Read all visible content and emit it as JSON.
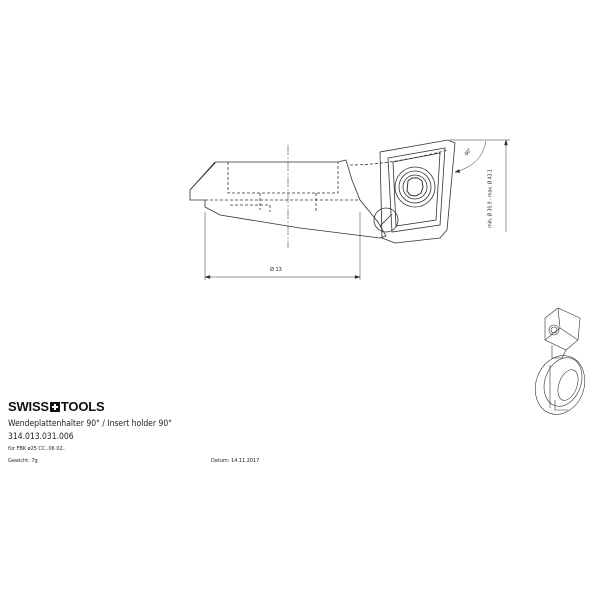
{
  "brand": {
    "logo_left": "SWISS",
    "logo_right": "TOOLS"
  },
  "title_block": {
    "title": "Wendeplattenhalter 90° / Insert holder 90°",
    "article_number": "314.013.031.006",
    "for_line": "für FBK ø25 CC..06 02..",
    "weight": "Gewicht: 7g",
    "date": "Datum: 14.11.2017"
  },
  "dimensions": {
    "diameter": "Ø 13",
    "angle": "90°",
    "range": "min. Ø 30.9 - max. Ø 43.1"
  },
  "colors": {
    "line": "#333333",
    "background": "#ffffff"
  }
}
